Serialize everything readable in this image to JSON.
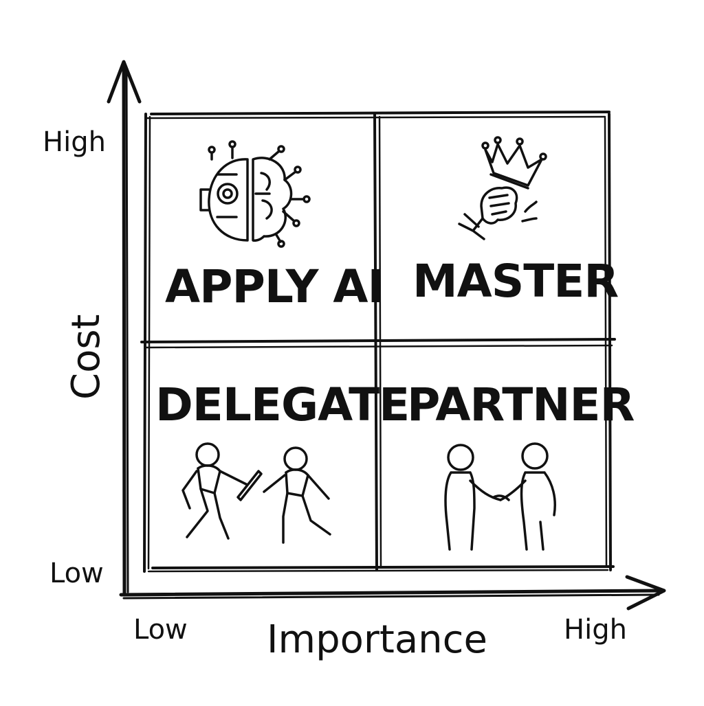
{
  "axes": {
    "y": {
      "title": "Cost",
      "high": "High",
      "low": "Low"
    },
    "x": {
      "title": "Importance",
      "low": "Low",
      "high": "High"
    }
  },
  "quadrants": {
    "top_left": {
      "label": "APPLY AI",
      "icon": "ai-brain-icon"
    },
    "top_right": {
      "label": "MASTER",
      "icon": "crown-fist-icon"
    },
    "bottom_left": {
      "label": "DELEGATE",
      "icon": "relay-handoff-icon"
    },
    "bottom_right": {
      "label": "PARTNER",
      "icon": "handshake-icon"
    }
  },
  "colors": {
    "ink": "#111111",
    "background": "#ffffff"
  }
}
